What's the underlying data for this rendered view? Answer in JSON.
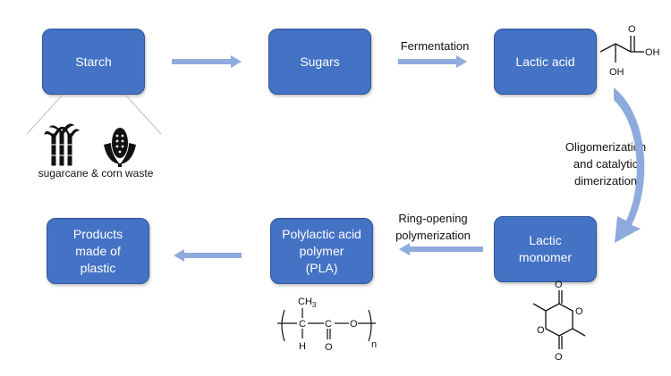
{
  "boxes": {
    "starch": "Starch",
    "sugars": "Sugars",
    "lactic_acid": "Lactic acid",
    "lactic_monomer": "Lactic\nmonomer",
    "pla": "Polylactic acid\npolymer\n(PLA)",
    "products": "Products\nmade of\nplastic"
  },
  "labels": {
    "fermentation": "Fermentation",
    "oligomerization": "Oligomerization\nand catalytic\ndimerization",
    "ring_opening": "Ring-opening\npolymerization",
    "source": "sugarcane & corn waste"
  },
  "chem": {
    "oh": "OH",
    "o": "O",
    "ch3": "CH",
    "ch3_sub": "3",
    "c": "C",
    "h": "H",
    "n": "n"
  },
  "colors": {
    "box_fill": "#4472c4",
    "arrow": "#8faadc"
  }
}
